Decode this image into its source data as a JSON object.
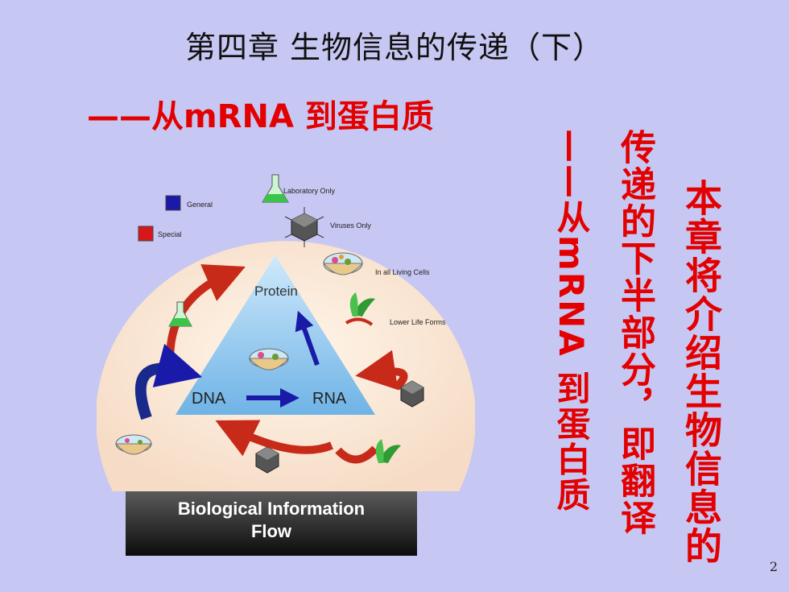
{
  "slide": {
    "title": "第四章 生物信息的传递（下）",
    "subtitle": "——从mRNA 到蛋白质",
    "right_col1": "本章将介绍生物信息的",
    "right_col2": "传递的下半部分，即翻译",
    "right_col3": "——从mRNA 到蛋白质",
    "page_number": "2"
  },
  "diagram": {
    "legend": [
      {
        "label": "General",
        "color": "#1a1aa8"
      },
      {
        "label": "Special",
        "color": "#d81818"
      }
    ],
    "context_labels": {
      "lab": "Laboratory Only",
      "viruses": "Viruses Only",
      "living": "In all Living Cells",
      "lower": "Lower Life Forms"
    },
    "nodes": {
      "protein": "Protein",
      "dna": "DNA",
      "rna": "RNA"
    },
    "caption_line1": "Biological Information",
    "caption_line2": "Flow"
  }
}
